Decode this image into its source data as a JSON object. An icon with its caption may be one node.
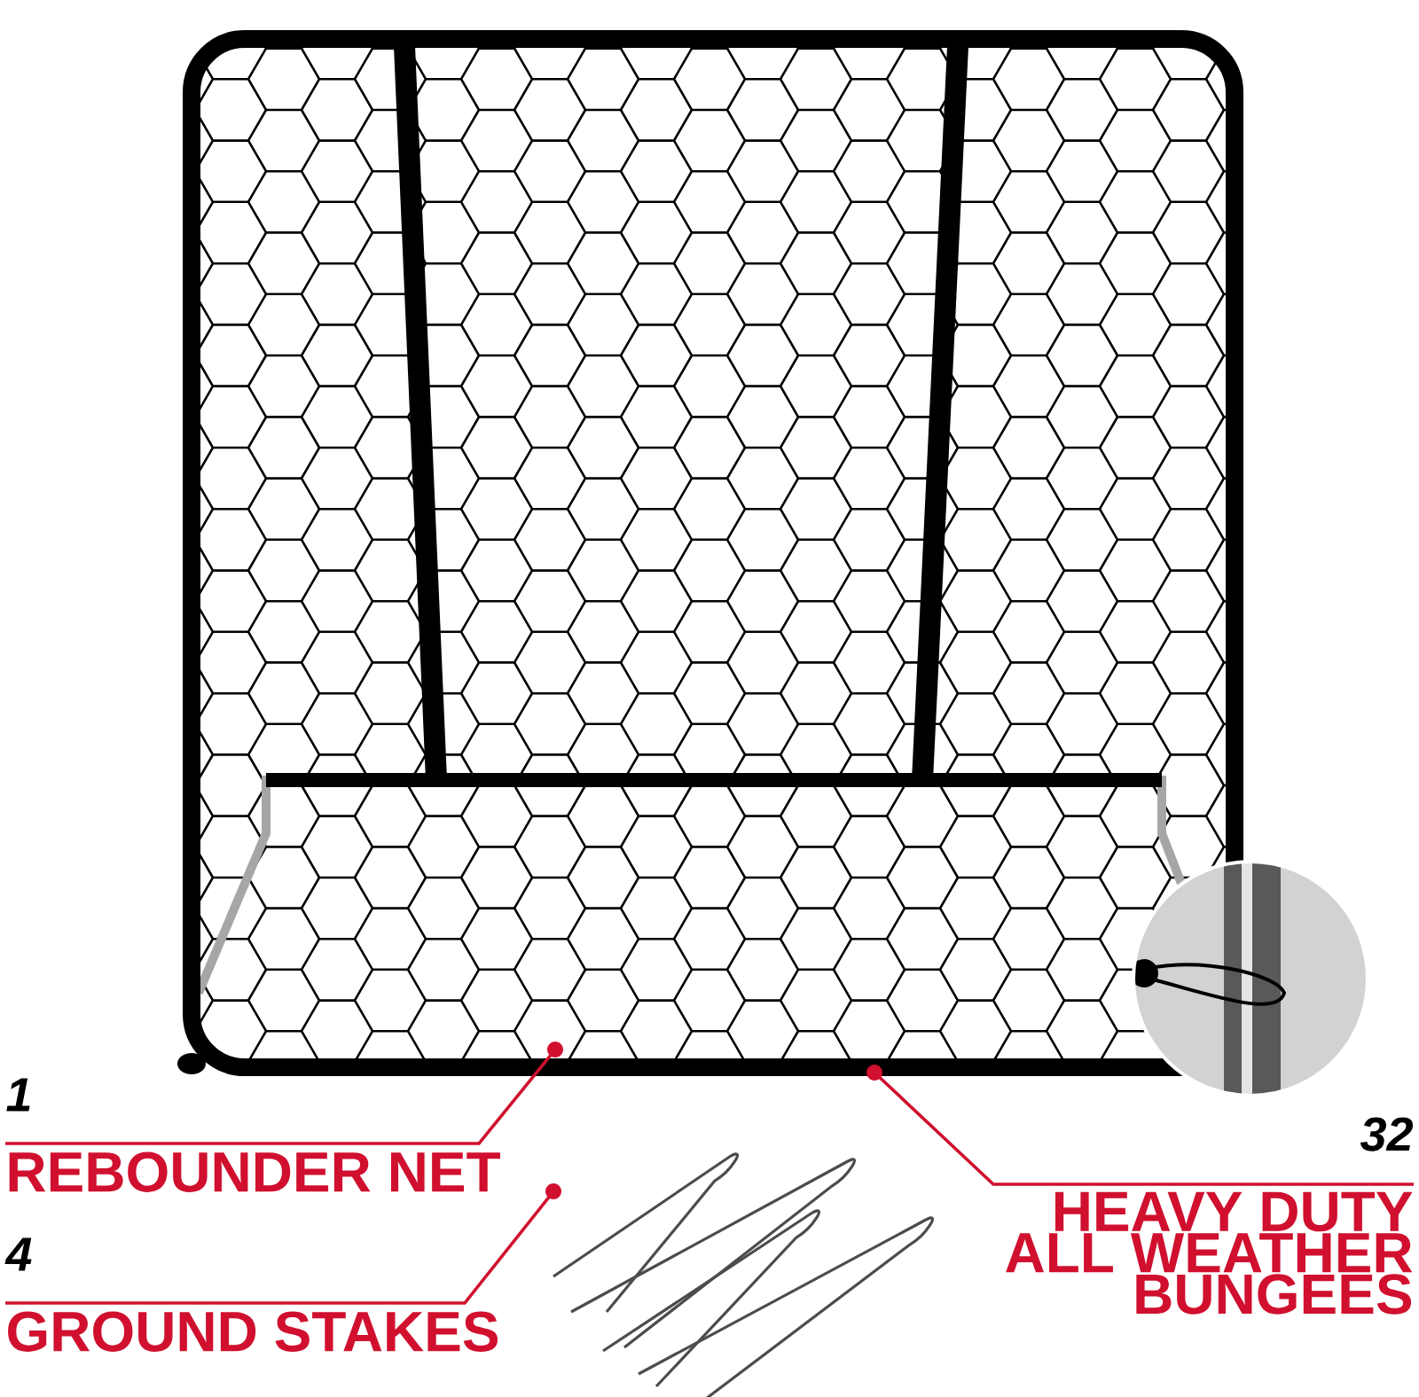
{
  "diagram": {
    "nodes": [
      {
        "text": [
          "1",
          "REBOUNDER NET"
        ]
      },
      {
        "text": [
          "4",
          "GROUND STAKES"
        ]
      },
      {
        "text": [
          "32",
          "HEAVY DUTY ALL WEATHER BUNGEES"
        ]
      },
      {
        "text": [],
        "shape": "picture"
      },
      {
        "text": [],
        "shape": "picture"
      }
    ],
    "edges": [
      {
        "from": 0,
        "to": 3,
        "arrow": "other"
      },
      {
        "from": 1,
        "to": 4,
        "arrow": "other"
      },
      {
        "from": 2,
        "to": 3,
        "arrow": "other"
      }
    ]
  }
}
